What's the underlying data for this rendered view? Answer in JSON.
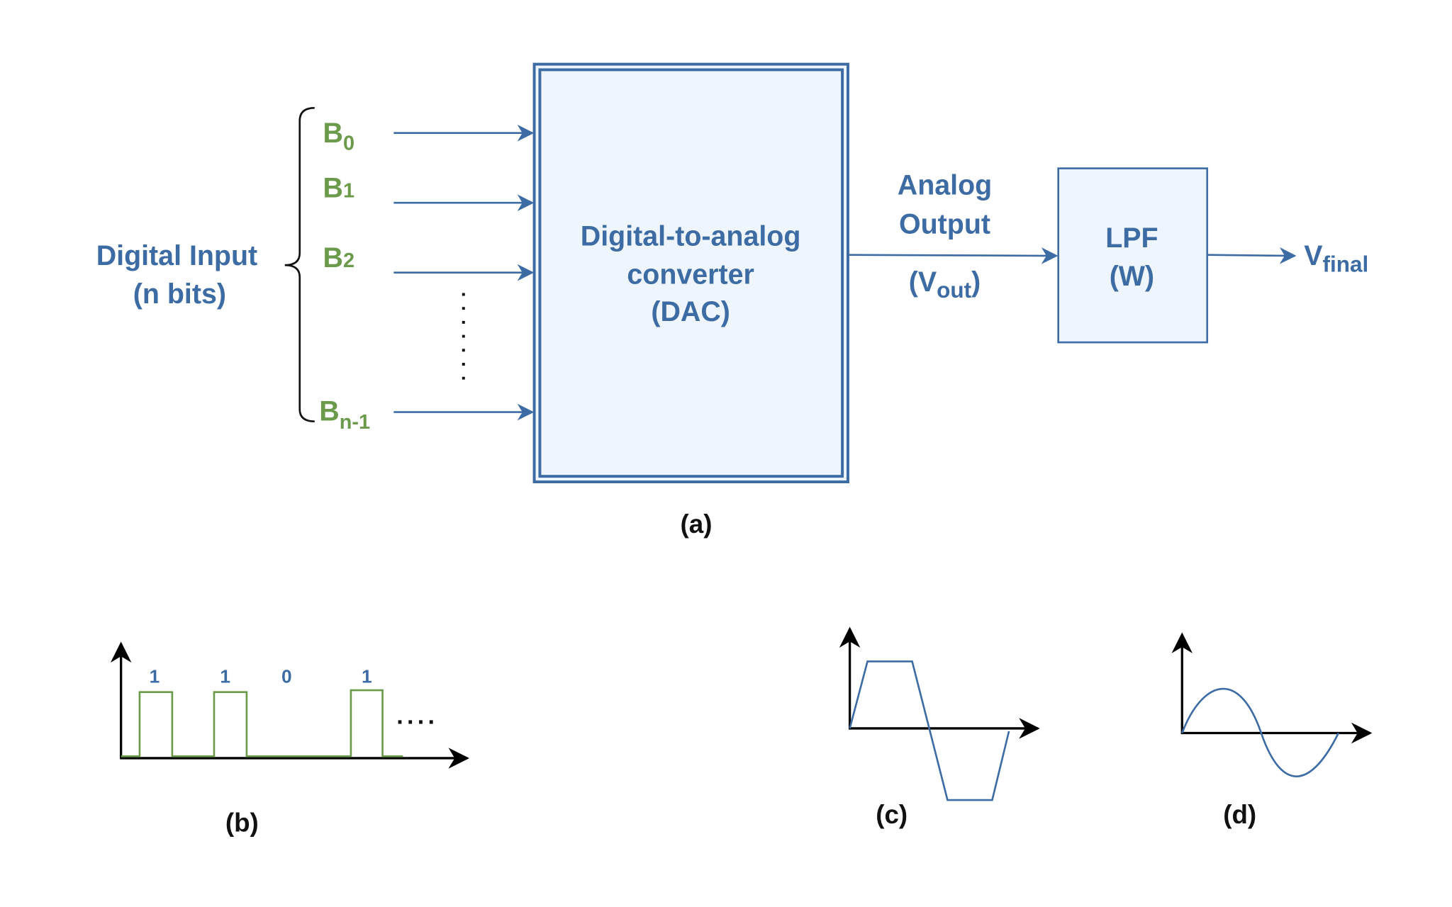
{
  "colors": {
    "accent": "#3d6ca4",
    "bits": "#6a9a4a",
    "box_fill": "#eef5fd"
  },
  "input": {
    "label_line1": "Digital Input",
    "label_line2": "(n bits)"
  },
  "bits": [
    {
      "base": "B",
      "sub": "0"
    },
    {
      "base": "B",
      "sub": "1"
    },
    {
      "base": "B",
      "sub": "2"
    },
    {
      "base": "B",
      "sub": "n-1"
    }
  ],
  "dac": {
    "line1": "Digital-to-analog",
    "line2": "converter",
    "line3": "(DAC)"
  },
  "analog": {
    "line1": "Analog",
    "line2": "Output",
    "vout_base": "(V",
    "vout_sub": "out",
    "vout_close": ")"
  },
  "lpf": {
    "line1": "LPF",
    "line2": "(W)"
  },
  "vfinal": {
    "base": "V",
    "sub": "final"
  },
  "captions": {
    "a": "(a)",
    "b": "(b)",
    "c": "(c)",
    "d": "(d)"
  },
  "waveform_b": {
    "bit_labels": [
      "1",
      "1",
      "0",
      "1"
    ],
    "ellipsis": "...."
  }
}
